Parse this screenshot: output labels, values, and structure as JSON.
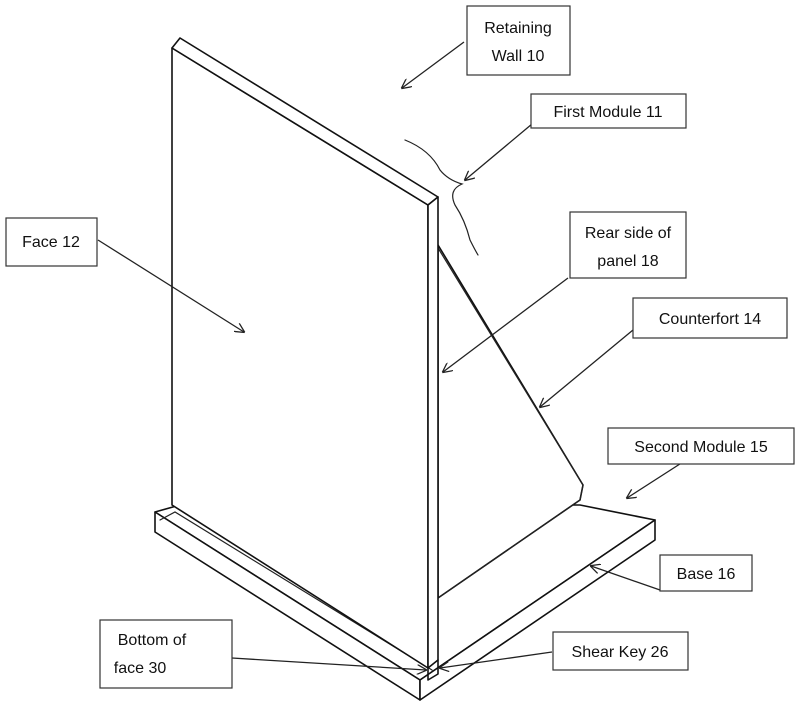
{
  "labels": {
    "retaining_wall_1": "Retaining",
    "retaining_wall_2": "Wall 10",
    "first_module": "First Module 11",
    "face": "Face 12",
    "rear_side_1": "Rear side of",
    "rear_side_2": "panel 18",
    "counterfort": "Counterfort 14",
    "second_module": "Second Module 15",
    "base": "Base 16",
    "bottom_face_1": "Bottom of",
    "bottom_face_2": "face 30",
    "shear_key": "Shear Key 26"
  }
}
